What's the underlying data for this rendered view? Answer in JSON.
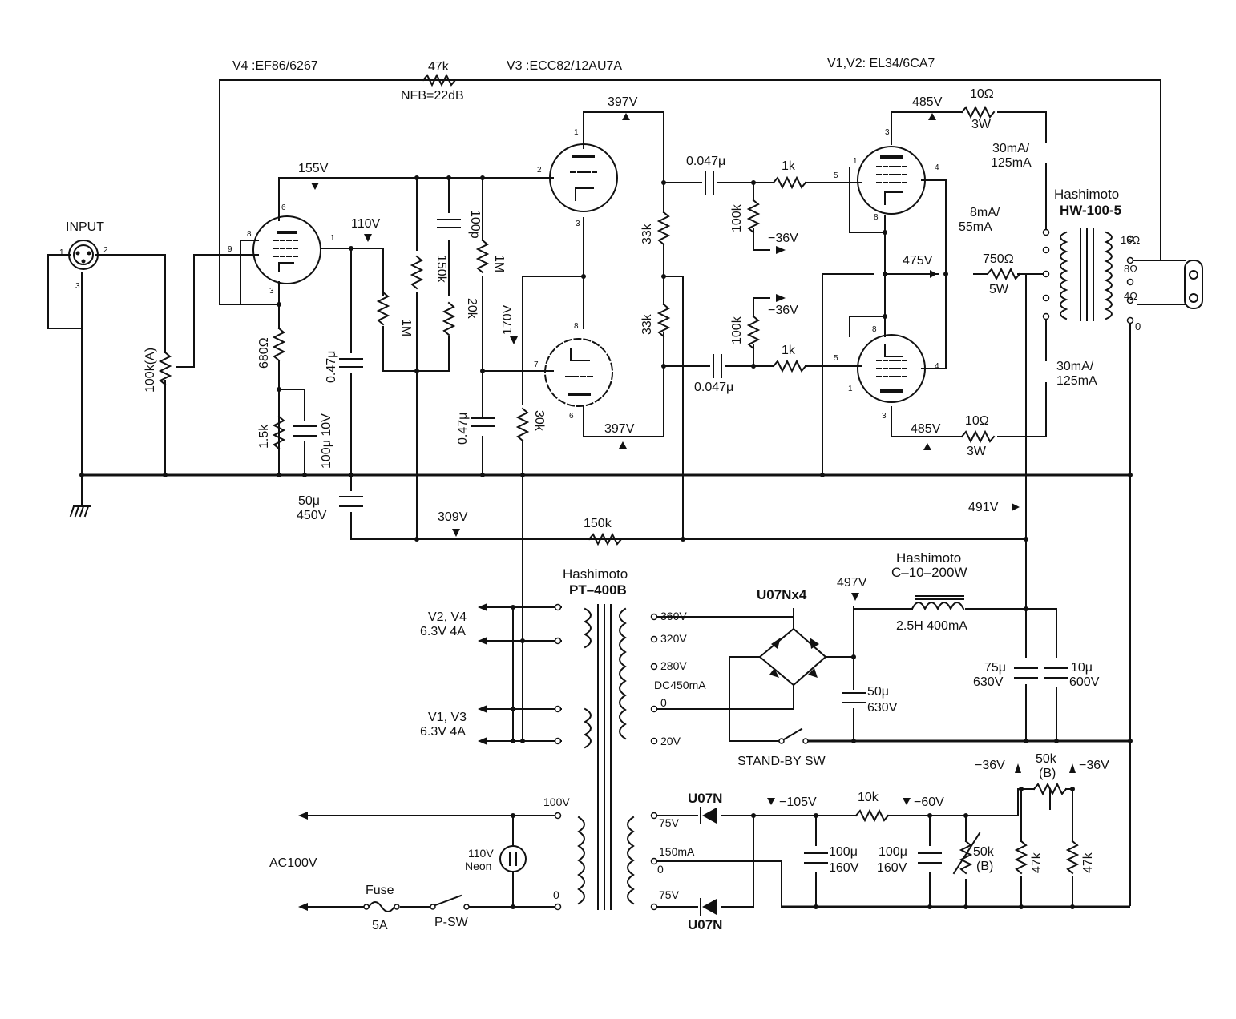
{
  "tubes": {
    "v4": "V4 :EF86/6267",
    "v3": "V3 :ECC82/12AU7A",
    "v12": "V1,V2: EL34/6CA7"
  },
  "nfb": {
    "resistor": "47k",
    "label": "NFB=22dB"
  },
  "input": {
    "label": "INPUT",
    "pin1": "1",
    "pin2": "2",
    "pin3": "3",
    "volume": "100k(A)"
  },
  "v4_stage": {
    "plate_v": "155V",
    "screen_v": "110V",
    "cathode_r": "680Ω",
    "cathode_r2": "1.5k",
    "cathode_c": "100μ 10V",
    "screen_r": "1M",
    "screen_c": "0.47μ",
    "plate_r": "150k",
    "plate_r2": "20k",
    "comp_c": "100p",
    "pin6": "6",
    "pin8": "8",
    "pin9": "9",
    "pin1": "1",
    "pin3": "3"
  },
  "v3_stage": {
    "plate_v_top": "397V",
    "plate_v_bot": "397V",
    "grid_r": "1M",
    "bias_v": "170V",
    "grid_c": "0.47μ",
    "tail_r": "30k",
    "load_r1": "33k",
    "load_r2": "33k",
    "pins": [
      "1",
      "2",
      "3",
      "8",
      "7",
      "6"
    ]
  },
  "output_stage": {
    "cap_top": "0.047μ",
    "cap_bot": "0.047μ",
    "grid_r_top": "1k",
    "grid_r_bot": "1k",
    "bias_r_top": "100k",
    "bias_r_bot": "100k",
    "bias_top": "−36V",
    "bias_bot": "−36V",
    "plate_v_top": "485V",
    "plate_v_bot": "485V",
    "plate_r_top": "10Ω",
    "plate_w_top": "3W",
    "plate_r_bot": "10Ω",
    "plate_w_bot": "3W",
    "cur_top": "30mA/",
    "cur_top2": "125mA",
    "cur_bot": "30mA/",
    "cur_bot2": "125mA",
    "screen_cur": "8mA/",
    "screen_cur2": "55mA",
    "screen_v": "475V",
    "screen_r": "750Ω",
    "screen_w": "5W",
    "pins_top": [
      "3",
      "1",
      "5",
      "4",
      "8"
    ],
    "pins_bot": [
      "8",
      "5",
      "1",
      "4",
      "3"
    ]
  },
  "output_transformer": {
    "brand": "Hashimoto",
    "model": "HW-100-5",
    "taps": [
      "16Ω",
      "8Ω",
      "4Ω",
      "0"
    ]
  },
  "supply": {
    "cap1": "50μ",
    "cap1_v": "450V",
    "node_v": "309V",
    "drop_r": "150k",
    "b_plus": "491V",
    "pt_brand": "Hashimoto",
    "pt_model": "PT–400B",
    "heater1": "V2, V4",
    "heater1_v": "6.3V 4A",
    "heater2": "V1, V3",
    "heater2_v": "6.3V 4A",
    "taps": [
      "360V",
      "320V",
      "280V",
      "DC450mA",
      "0",
      "20V"
    ],
    "rect": "U07Nx4",
    "rect_v": "497V",
    "choke_brand": "Hashimoto",
    "choke_model": "C–10–200W",
    "choke_spec": "2.5H 400mA",
    "cap2": "50μ",
    "cap2_v": "630V",
    "cap3": "75μ",
    "cap3_v": "630V",
    "cap4": "10μ",
    "cap4_v": "600V",
    "standby": "STAND-BY SW"
  },
  "bias_supply": {
    "mains": "AC100V",
    "tap100": "100V",
    "tap0": "0",
    "neon": "110V",
    "neon2": "Neon",
    "fuse": "Fuse",
    "fuse_v": "5A",
    "psw": "P-SW",
    "tap75a": "75V",
    "tap150": "150mA",
    "tap0b": "0",
    "tap75b": "75V",
    "diode1": "U07N",
    "diode2": "U07N",
    "v105": "−105V",
    "v60": "−60V",
    "r10k": "10k",
    "c1": "100μ",
    "c1_v": "160V",
    "c2": "100μ",
    "c2_v": "160V",
    "pot": "50k",
    "pot_b": "(B)",
    "pot2": "50k",
    "pot2_b": "(B)",
    "r47a": "47k",
    "r47b": "47k",
    "neg36a": "−36V",
    "neg36b": "−36V"
  }
}
